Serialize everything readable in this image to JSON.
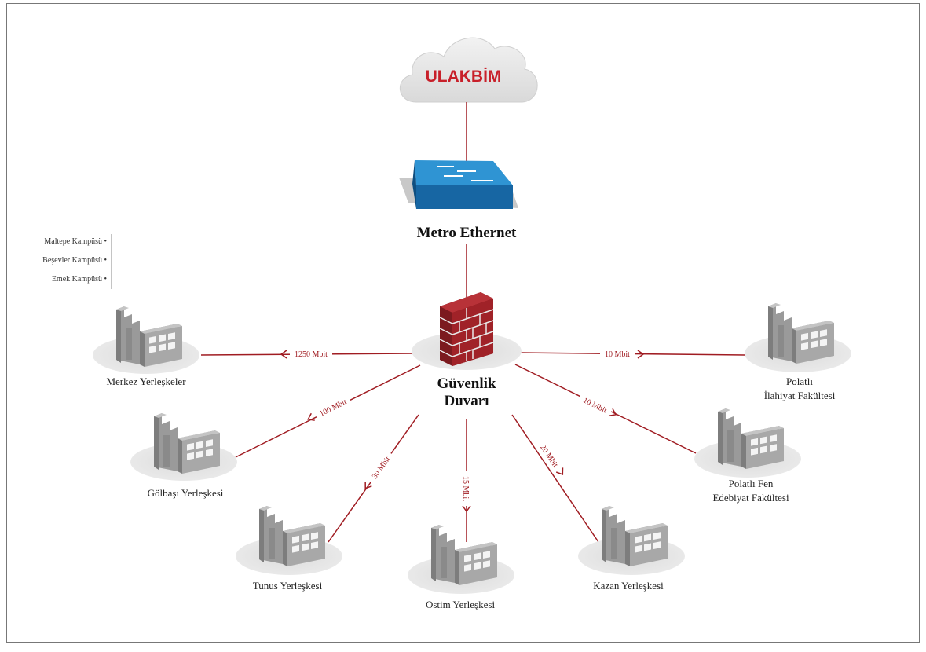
{
  "cloud": {
    "label": "ULAKBİM"
  },
  "switch": {
    "label": "Metro Ethernet"
  },
  "firewall": {
    "label_line1": "Güvenlik",
    "label_line2": "Duvarı"
  },
  "sites": {
    "merkez": {
      "label": "Merkez Yerleşkeler",
      "speed": "1250 Mbit"
    },
    "golbasi": {
      "label": "Gölbaşı Yerleşkesi",
      "speed": "100 Mbit"
    },
    "tunus": {
      "label": "Tunus Yerleşkesi",
      "speed": "30 Mbit"
    },
    "ostim": {
      "label": "Ostim Yerleşkesi",
      "speed": "15 Mbit"
    },
    "kazan": {
      "label": "Kazan Yerleşkesi",
      "speed": "20 Mbit"
    },
    "polatli_fen": {
      "label_line1": "Polatlı Fen",
      "label_line2": "Edebiyat Fakültesi",
      "speed": "10 Mbit"
    },
    "polatli_ilahiyat": {
      "label_line1": "Polatlı",
      "label_line2": "İlahiyat Fakültesi",
      "speed": "10 Mbit"
    }
  },
  "merkez_campuses": [
    "Maltepe Kampüsü",
    "Beşevler Kampüsü",
    "Emek Kampüsü"
  ],
  "colors": {
    "link": "#a01c22",
    "brand_red": "#c8202a",
    "switch_blue": "#1f7fc0",
    "building_grey": "#8f8f8f"
  }
}
